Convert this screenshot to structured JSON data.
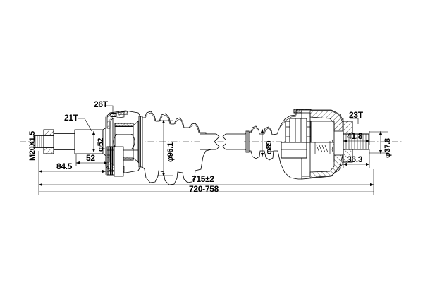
{
  "drawing": {
    "title": "CV axle drive shaft assembly outline drawing",
    "background_color": "#ffffff",
    "line_color": "#000000",
    "hatch_color": "#000000",
    "view": "side elevation, sectioned",
    "units": "mm"
  },
  "labels": {
    "thread_spec": "M20X1.5",
    "inner_spline_count": "21T",
    "inner_spline_diameter": "φ52",
    "abs_ring_teeth": "26T",
    "outer_boot_diameter": "φ96.1",
    "inner_boot_diameter": "φ89",
    "outer_spline_count": "23T",
    "outer_stub_diameter": "φ37.8",
    "dim_spline_length": "52",
    "dim_stub_length": "84.5",
    "dim_outer_flange": "41.8",
    "dim_outer_body": "36.3",
    "dim_overall_nominal": "715±2",
    "dim_overall_range": "720-758"
  }
}
